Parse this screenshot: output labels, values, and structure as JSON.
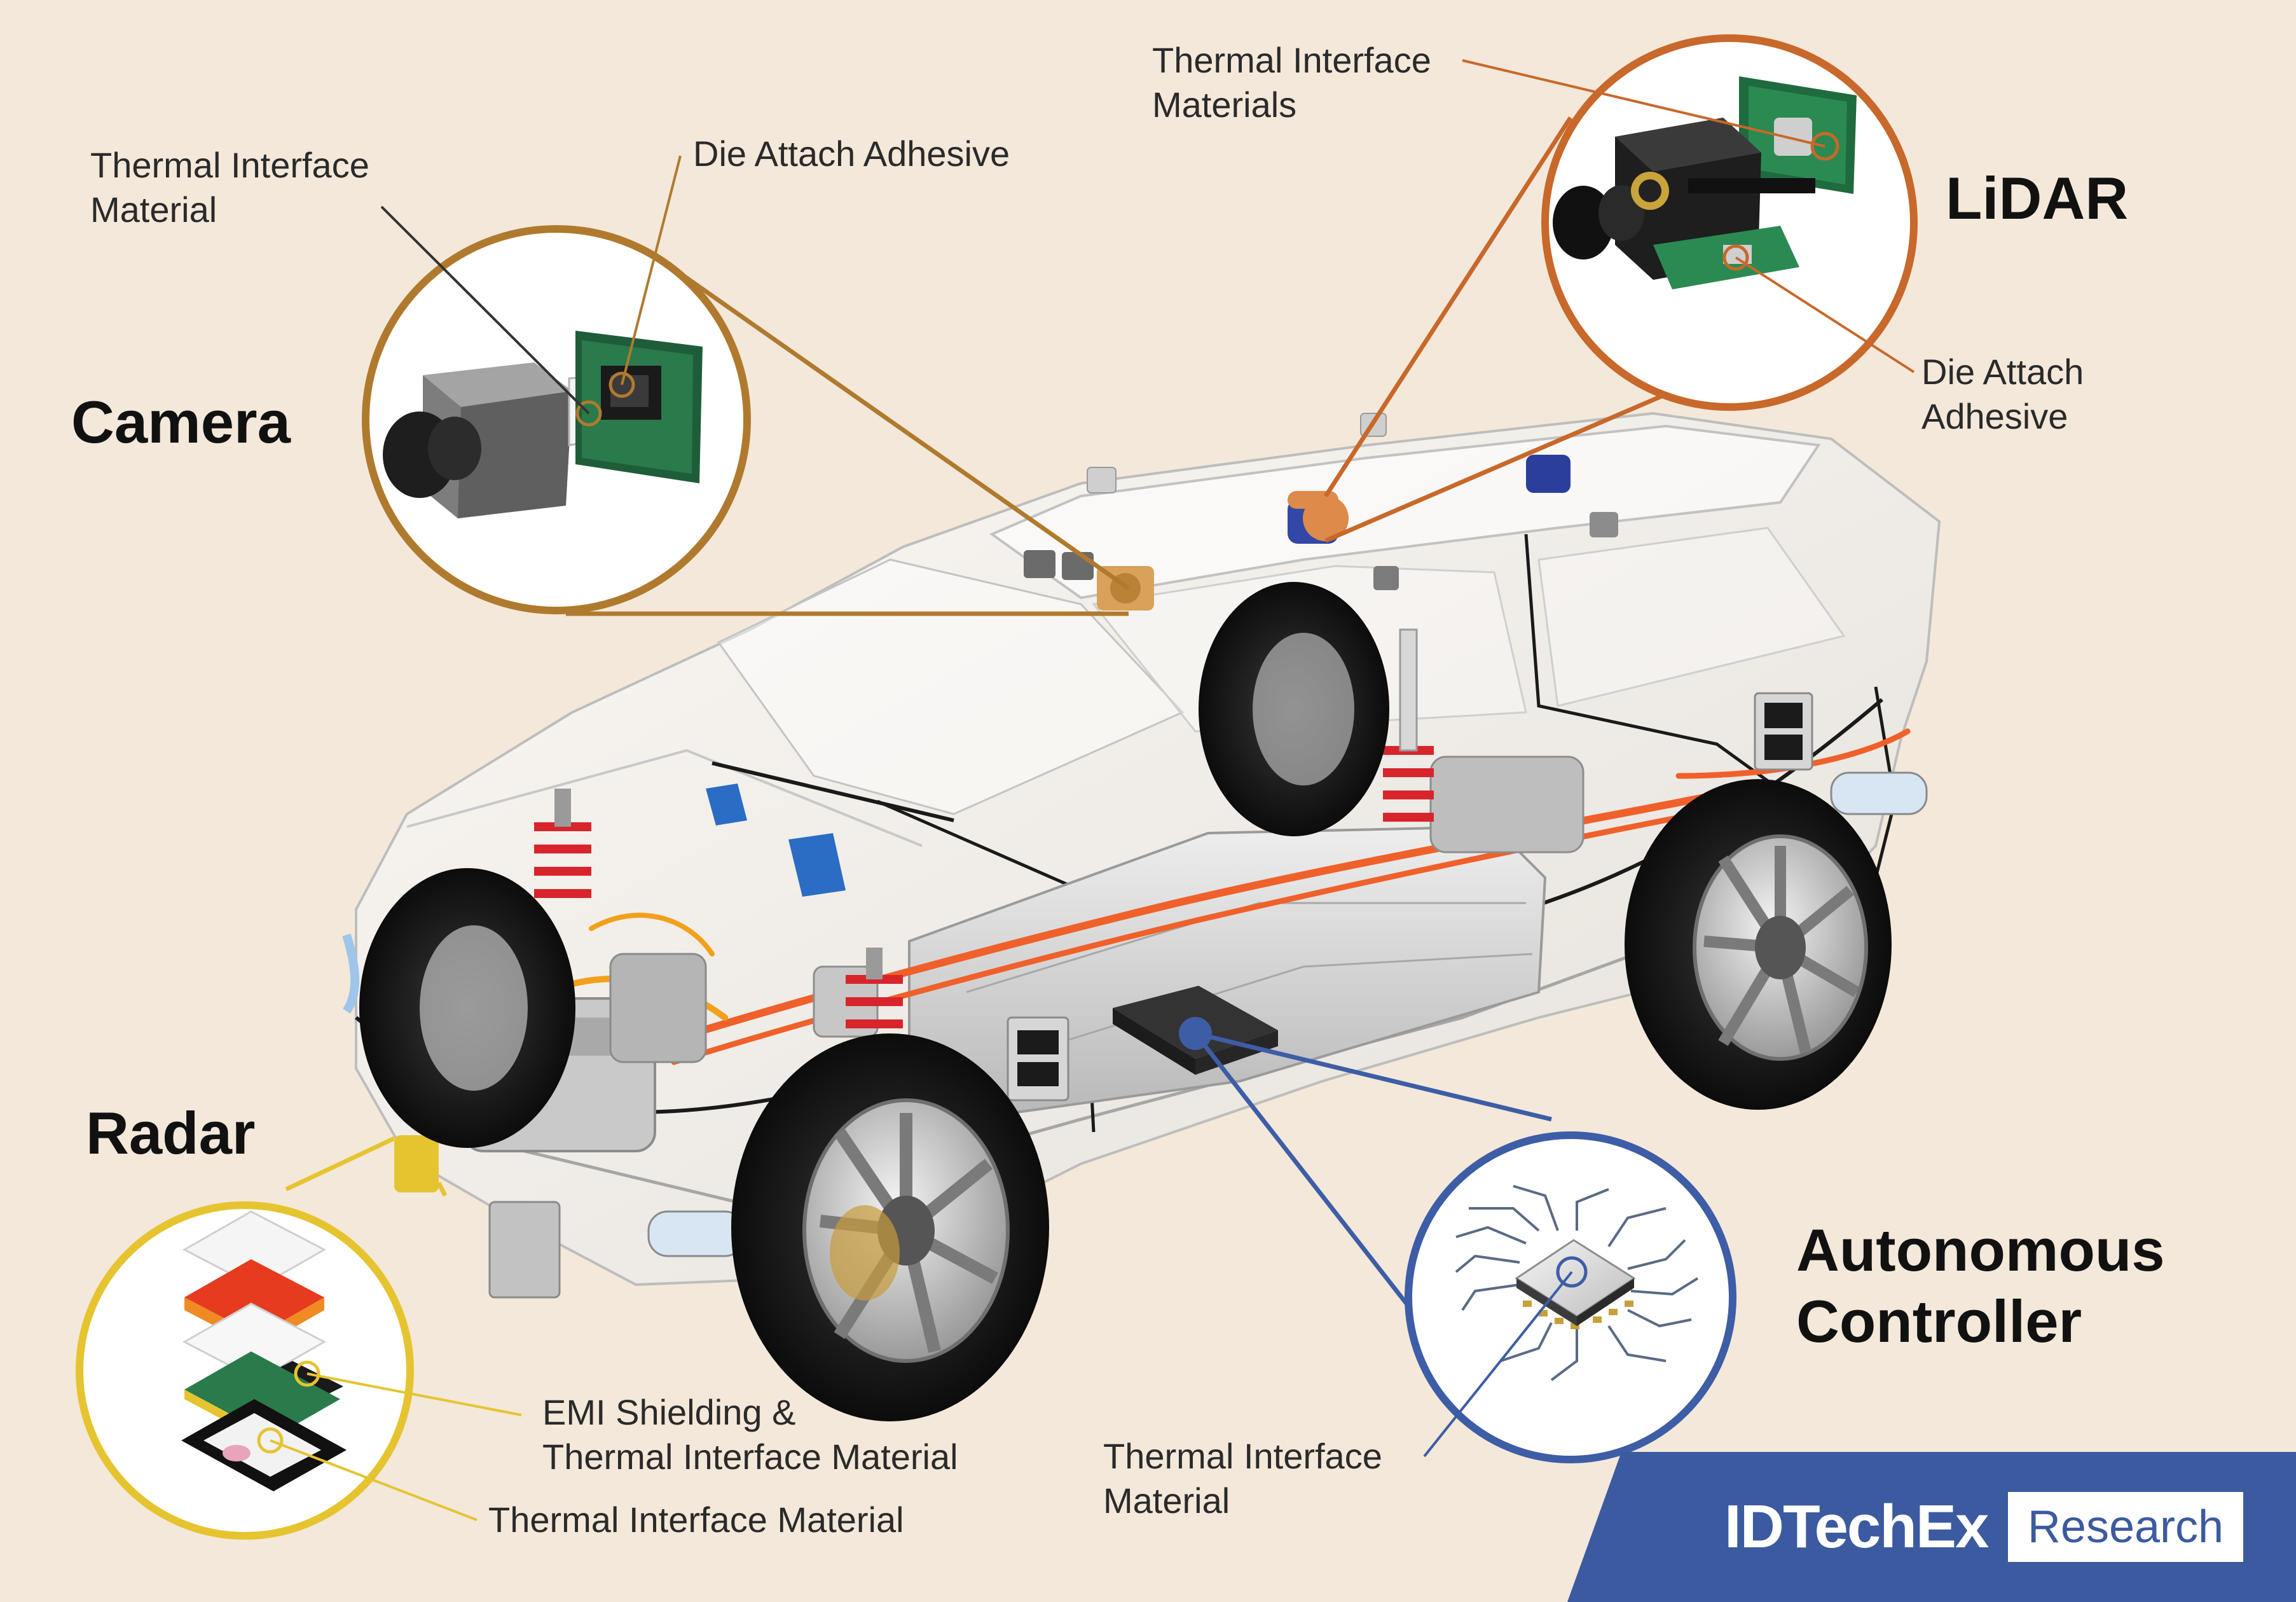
{
  "headings": {
    "camera": "Camera",
    "lidar": "LiDAR",
    "radar": "Radar",
    "controller": [
      "Autonomous",
      "Controller"
    ]
  },
  "callouts": {
    "camera_tim": [
      "Thermal Interface",
      "Material"
    ],
    "camera_die": "Die Attach Adhesive",
    "lidar_tim": [
      "Thermal Interface",
      "Materials"
    ],
    "lidar_die": [
      "Die Attach",
      "Adhesive"
    ],
    "radar_emi": [
      "EMI Shielding &",
      "Thermal Interface Material"
    ],
    "radar_tim": "Thermal Interface Material",
    "controller_tim": [
      "Thermal Interface",
      "Material"
    ]
  },
  "brand": {
    "name": "IDTechEx",
    "tag": "Research"
  },
  "colors": {
    "background": "#f3e8da",
    "camera": "#b07a2e",
    "lidar": "#c8682a",
    "radar": "#e6c430",
    "controller": "#3d5da6",
    "brand": "#3b5aa0",
    "ev_cable": "#f0602a"
  }
}
